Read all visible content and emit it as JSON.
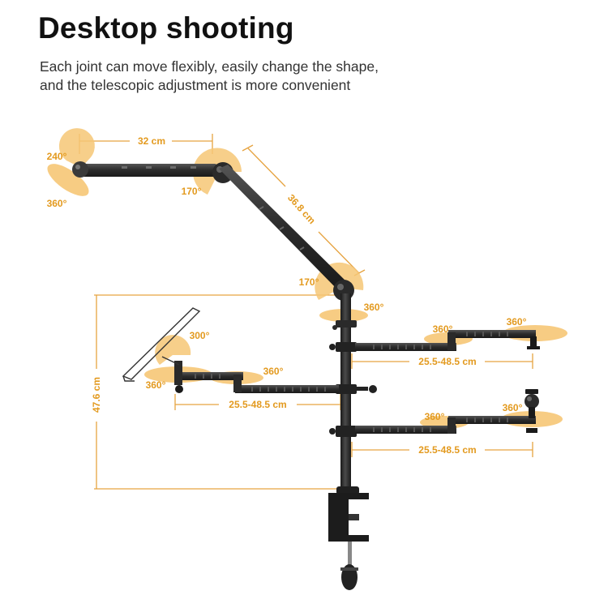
{
  "header": {
    "title": "Desktop shooting",
    "subtitle_line1": "Each joint can move flexibly, easily change the shape,",
    "subtitle_line2": "and the telescopic adjustment is more convenient"
  },
  "colors": {
    "accent": "#f0a93a",
    "accent_fill": "#f6c776",
    "arm": "#2a2a2a",
    "dimension_line": "#e6a340"
  },
  "labels": {
    "top_arm_length": "32 cm",
    "diagonal_arm_length": "36.8 cm",
    "head_tilt": "240°",
    "head_rotate": "360°",
    "elbow_angle": "170°",
    "shoulder_angle": "170°",
    "pole_top_rotate": "360°",
    "height": "47.6 cm",
    "tablet_tilt": "300°",
    "tablet_rotate": "360°",
    "left_arm_rotate": "360°",
    "left_arm_length": "25.5-48.5 cm",
    "right_upper_joint": "360°",
    "right_upper_end": "360°",
    "right_upper_length": "25.5-48.5 cm",
    "right_lower_joint": "360°",
    "right_lower_end": "360°",
    "right_lower_length": "25.5-48.5 cm"
  }
}
